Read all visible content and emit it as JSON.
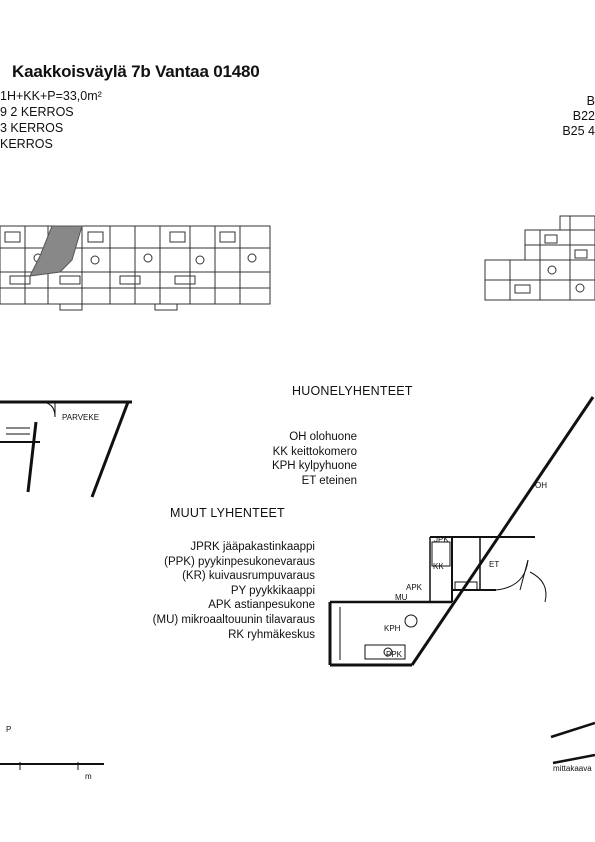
{
  "header": {
    "address": "Kaakkoisväylä 7b Vantaa 01480",
    "apartment_type": "1H+KK+P=33,0m²",
    "left_floors": [
      "9 2 KERROS",
      "3 KERROS",
      "KERROS"
    ],
    "right_codes": [
      "B",
      "B22",
      "B25 4"
    ]
  },
  "room_legend": {
    "heading": "HUONELYHENTEET",
    "items": [
      "OH olohuone",
      "KK keittokomero",
      "KPH kylpyhuone",
      "ET eteinen"
    ]
  },
  "other_legend": {
    "heading": "MUUT LYHENTEET",
    "items": [
      "JPRK jääpakastinkaappi",
      "(PPK) pyykinpesukonevaraus",
      "(KR) kuivausrumpuvaraus",
      "PY pyykkikaappi",
      "APK astianpesukone",
      "(MU) mikroaaltouunin tilavaraus",
      "RK ryhmäkeskus"
    ]
  },
  "plan_labels": {
    "balcony": "PARVEKE",
    "living_room": "OH",
    "fridge": "JPK",
    "kitchenette": "KK",
    "entrance": "ET",
    "dishwasher": "APK",
    "microwave": "MU",
    "bathroom": "KPH",
    "washer": "PPK"
  },
  "footer": {
    "left_marker": "P",
    "scale_text": "m",
    "right_note": "mittakaava"
  }
}
